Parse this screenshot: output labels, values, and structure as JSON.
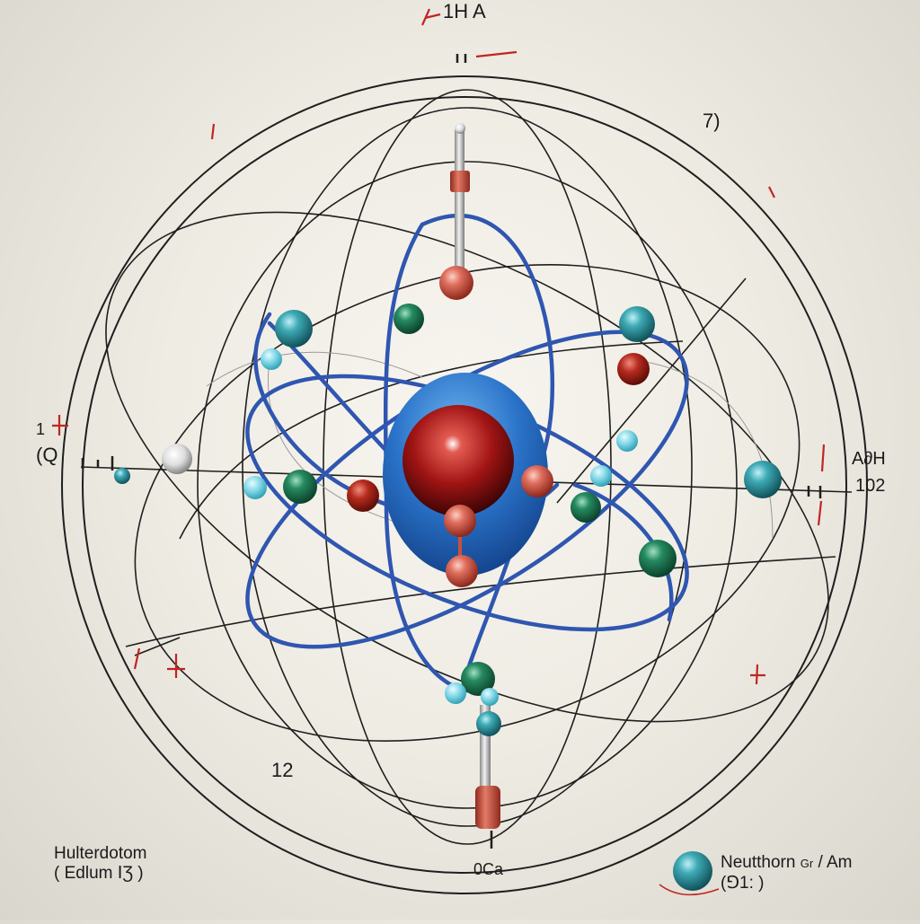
{
  "diagram": {
    "title": "Atom model illustration",
    "background_color": "#efece4",
    "colors": {
      "orbit_line": "#1f1f1f",
      "electron_orbit_blue": "#2f56b0",
      "nucleus_cloud_blue": "#2a73c9",
      "nucleus_core_red": "#a01414",
      "proton_red": "#d0574a",
      "neutron_teal": "#2e9aa6",
      "green_particle": "#1f7a55",
      "light_cyan": "#7fd6e6",
      "annotation_red": "#c0261f"
    },
    "labels": {
      "top": "1H A",
      "top_right": "7)",
      "right_upper": "A∂H",
      "right_lower": "102",
      "left_tick": "1",
      "left": "(Q",
      "bottom_left_number": "12",
      "bottom_center": "0Ca"
    },
    "legend": {
      "left_line1": "Hulterdotom",
      "left_line2": "( Edlum  ⅠƷ )",
      "right_line1": "Neutthorn",
      "right_small": "Gr",
      "right_line1b": "/ Am",
      "right_line2": "(⅁1: )"
    },
    "nodes": [
      {
        "name": "nucleus",
        "kind": "core",
        "color": "#a01414"
      },
      {
        "name": "nucleus-shell",
        "kind": "cloud",
        "color": "#2a73c9"
      },
      {
        "name": "top-rod-proton",
        "kind": "proton",
        "color": "#d0574a"
      },
      {
        "name": "bottom-rod-cap",
        "kind": "cylinder",
        "color": "#c8503f"
      },
      {
        "name": "left-grey-ball",
        "kind": "neutral",
        "color": "#d8d8d8"
      },
      {
        "name": "right-teal-ball",
        "kind": "neutron",
        "color": "#2e9aa6"
      },
      {
        "name": "legend-ball",
        "kind": "neutron",
        "color": "#2e9aa6"
      }
    ]
  }
}
